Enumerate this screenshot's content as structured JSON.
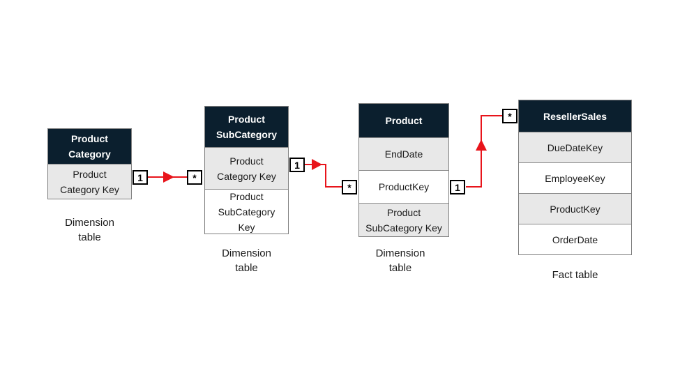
{
  "tables": {
    "category": {
      "title": "Product\nCategory",
      "rows": [
        "Product\nCategory Key"
      ],
      "caption": "Dimension\ntable"
    },
    "subcategory": {
      "title": "Product\nSubCategory",
      "rows": [
        "Product\nCategory Key",
        "Product\nSubCategory\nKey"
      ],
      "caption": "Dimension\ntable"
    },
    "product": {
      "title": "Product",
      "rows": [
        "EndDate",
        "ProductKey",
        "Product\nSubCategory Key"
      ],
      "caption": "Dimension\ntable"
    },
    "resellersales": {
      "title": "ResellerSales",
      "rows": [
        "DueDateKey",
        "EmployeeKey",
        "ProductKey",
        "OrderDate"
      ],
      "caption": "Fact table"
    }
  },
  "relationships": [
    {
      "one": "1",
      "many": "*"
    },
    {
      "one": "1",
      "many": "*"
    },
    {
      "one": "1",
      "many": "*"
    }
  ],
  "colors": {
    "header": "#0b1f2e",
    "connector": "#e8141b",
    "row_gray": "#e8e8e8"
  }
}
